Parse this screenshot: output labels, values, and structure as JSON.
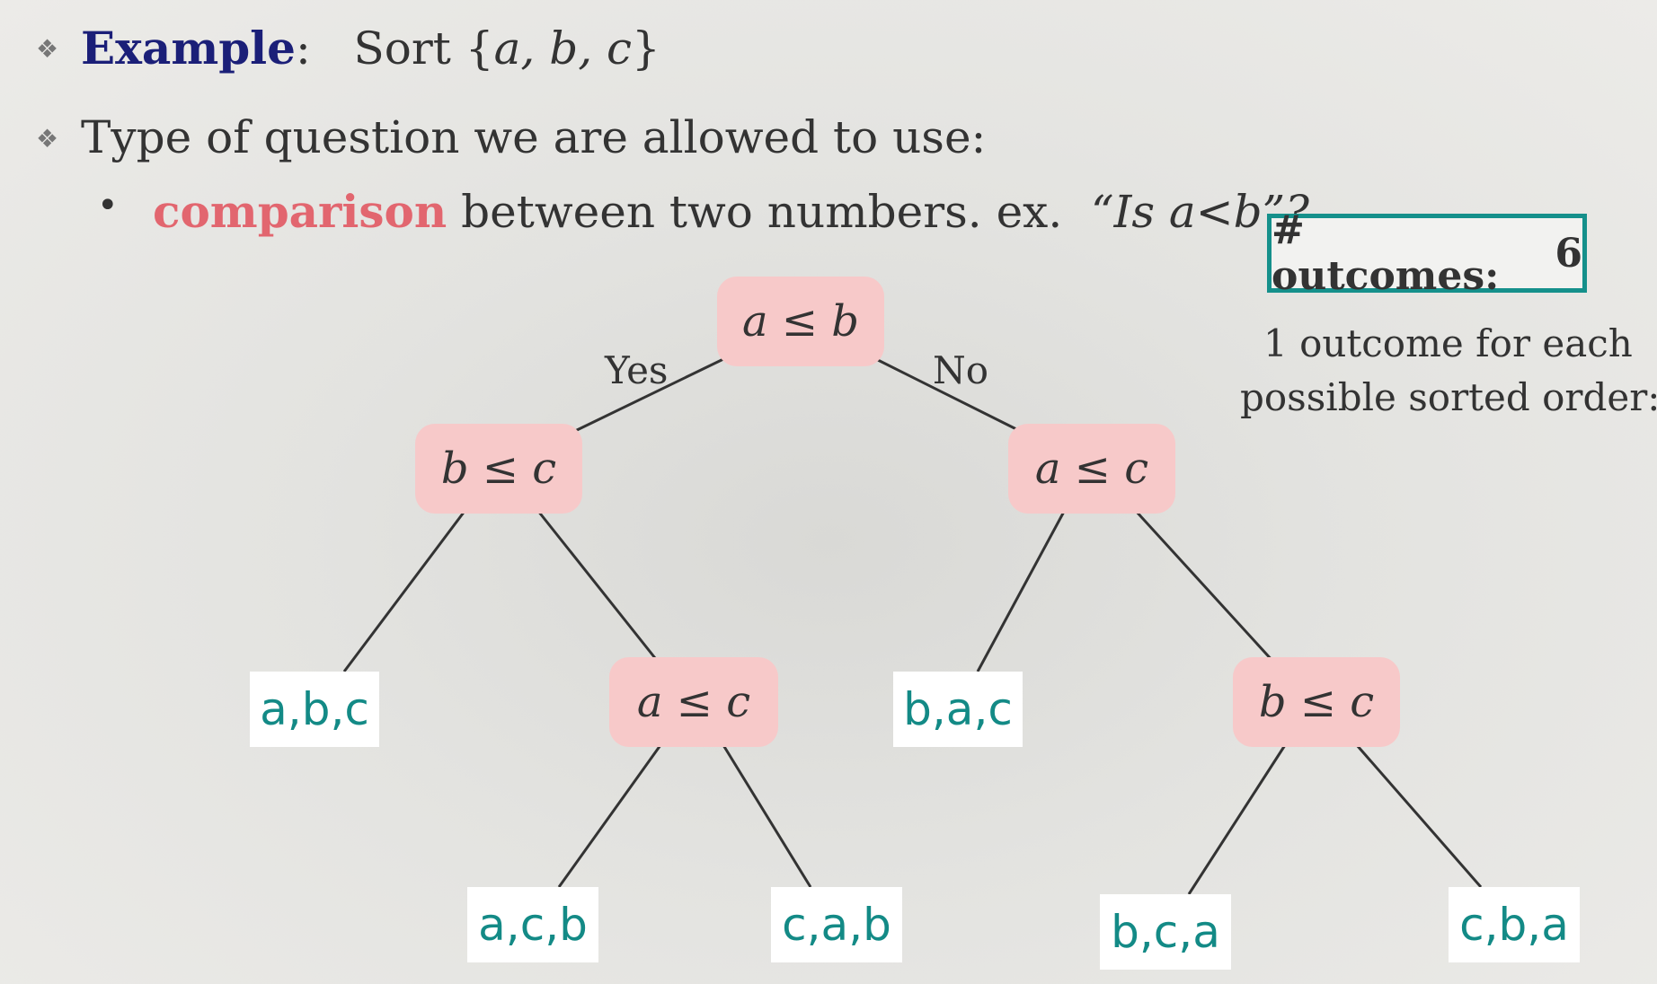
{
  "bullets": {
    "example_label": "Example",
    "example_colon": ":",
    "example_text_prefix": "Sort {",
    "example_set": "a, b, c",
    "example_text_suffix": "}",
    "question_type": "Type of question we are allowed to use:",
    "sub_keyword": "comparison",
    "sub_text": "between two numbers. ex.",
    "sub_example": "“Is a<b”?"
  },
  "colors": {
    "keyword_blue": "#1b1f78",
    "keyword_pink": "#e2666f",
    "node_fill": "#f7c9c9",
    "leaf_text": "#138a86",
    "box_border": "#15908b"
  },
  "tree": {
    "root": "a ≤ b",
    "yes_label": "Yes",
    "no_label": "No",
    "left": "b ≤ c",
    "right": "a ≤ c",
    "left_left_leaf": "a,b,c",
    "left_right": "a ≤ c",
    "left_right_left_leaf": "a,c,b",
    "left_right_right_leaf": "c,a,b",
    "right_left_leaf": "b,a,c",
    "right_right": "b ≤ c",
    "right_right_left_leaf": "b,c,a",
    "right_right_right_leaf": "c,b,a"
  },
  "outcomes": {
    "label": "# outcomes:",
    "count": "6",
    "caption_line1": "1 outcome for each",
    "caption_line2": "possible sorted order:"
  }
}
